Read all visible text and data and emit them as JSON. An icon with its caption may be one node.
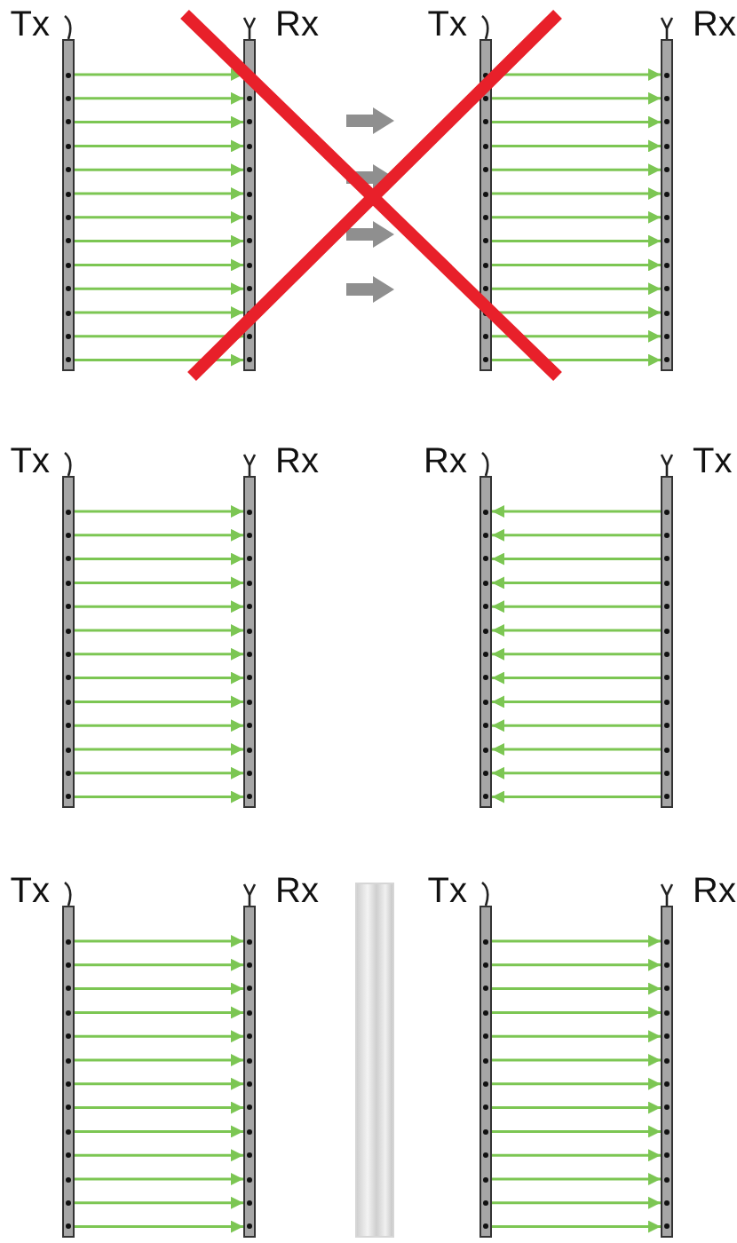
{
  "diagram": {
    "nodes": [
      {
        "text": [
          "Tx"
        ]
      },
      {
        "text": [
          "Rx"
        ]
      },
      {
        "text": [
          "Tx"
        ]
      },
      {
        "text": [
          "Rx"
        ]
      },
      {
        "text": [
          "Tx"
        ]
      },
      {
        "text": [
          "Rx"
        ]
      },
      {
        "text": [
          "Rx"
        ]
      },
      {
        "text": [
          "Tx"
        ]
      },
      {
        "text": [
          "Tx"
        ]
      },
      {
        "text": [
          "Rx"
        ]
      },
      {
        "text": [],
        "shape": "bar"
      },
      {
        "text": [
          "Tx"
        ]
      },
      {
        "text": [
          "Rx"
        ]
      }
    ],
    "edges": [
      {
        "from": 0,
        "to": 1,
        "arrow": "to"
      },
      {
        "from": 0,
        "to": 1,
        "arrow": "to"
      },
      {
        "from": 0,
        "to": 1,
        "arrow": "to"
      },
      {
        "from": 0,
        "to": 1,
        "arrow": "to"
      },
      {
        "from": 0,
        "to": 1,
        "arrow": "to"
      },
      {
        "from": 0,
        "to": 1,
        "arrow": "to"
      },
      {
        "from": 0,
        "to": 1,
        "arrow": "to"
      },
      {
        "from": 0,
        "to": 1,
        "arrow": "to"
      },
      {
        "from": 0,
        "to": 1,
        "arrow": "to"
      },
      {
        "from": 0,
        "to": 1,
        "arrow": "to"
      },
      {
        "from": 0,
        "to": 1,
        "arrow": "to"
      },
      {
        "from": 0,
        "to": 1,
        "arrow": "to"
      },
      {
        "from": 0,
        "to": 1,
        "arrow": "to"
      },
      {
        "from": 2,
        "to": 3,
        "arrow": "to"
      },
      {
        "from": 2,
        "to": 3,
        "arrow": "to"
      },
      {
        "from": 2,
        "to": 3,
        "arrow": "to"
      },
      {
        "from": 2,
        "to": 3,
        "arrow": "to"
      },
      {
        "from": 2,
        "to": 3,
        "arrow": "to"
      },
      {
        "from": 2,
        "to": 3,
        "arrow": "to"
      },
      {
        "from": 2,
        "to": 3,
        "arrow": "to"
      },
      {
        "from": 2,
        "to": 3,
        "arrow": "to"
      },
      {
        "from": 2,
        "to": 3,
        "arrow": "to"
      },
      {
        "from": 2,
        "to": 3,
        "arrow": "to"
      },
      {
        "from": 2,
        "to": 3,
        "arrow": "to"
      },
      {
        "from": 2,
        "to": 3,
        "arrow": "to"
      },
      {
        "from": 2,
        "to": 3,
        "arrow": "to"
      },
      {
        "from": 4,
        "to": 5,
        "arrow": "to"
      },
      {
        "from": 4,
        "to": 5,
        "arrow": "to"
      },
      {
        "from": 4,
        "to": 5,
        "arrow": "to"
      },
      {
        "from": 4,
        "to": 5,
        "arrow": "to"
      },
      {
        "from": 4,
        "to": 5,
        "arrow": "to"
      },
      {
        "from": 4,
        "to": 5,
        "arrow": "to"
      },
      {
        "from": 4,
        "to": 5,
        "arrow": "to"
      },
      {
        "from": 4,
        "to": 5,
        "arrow": "to"
      },
      {
        "from": 4,
        "to": 5,
        "arrow": "to"
      },
      {
        "from": 4,
        "to": 5,
        "arrow": "to"
      },
      {
        "from": 4,
        "to": 5,
        "arrow": "to"
      },
      {
        "from": 4,
        "to": 5,
        "arrow": "to"
      },
      {
        "from": 4,
        "to": 5,
        "arrow": "to"
      },
      {
        "from": 7,
        "to": 6,
        "arrow": "to"
      },
      {
        "from": 7,
        "to": 6,
        "arrow": "to"
      },
      {
        "from": 7,
        "to": 6,
        "arrow": "to"
      },
      {
        "from": 7,
        "to": 6,
        "arrow": "to"
      },
      {
        "from": 7,
        "to": 6,
        "arrow": "to"
      },
      {
        "from": 7,
        "to": 6,
        "arrow": "to"
      },
      {
        "from": 7,
        "to": 6,
        "arrow": "to"
      },
      {
        "from": 7,
        "to": 6,
        "arrow": "to"
      },
      {
        "from": 7,
        "to": 6,
        "arrow": "to"
      },
      {
        "from": 7,
        "to": 6,
        "arrow": "to"
      },
      {
        "from": 7,
        "to": 6,
        "arrow": "to"
      },
      {
        "from": 7,
        "to": 6,
        "arrow": "to"
      },
      {
        "from": 7,
        "to": 6,
        "arrow": "to"
      },
      {
        "from": 8,
        "to": 9,
        "arrow": "to"
      },
      {
        "from": 8,
        "to": 9,
        "arrow": "to"
      },
      {
        "from": 8,
        "to": 9,
        "arrow": "to"
      },
      {
        "from": 8,
        "to": 9,
        "arrow": "to"
      },
      {
        "from": 8,
        "to": 9,
        "arrow": "to"
      },
      {
        "from": 8,
        "to": 9,
        "arrow": "to"
      },
      {
        "from": 8,
        "to": 9,
        "arrow": "to"
      },
      {
        "from": 8,
        "to": 9,
        "arrow": "to"
      },
      {
        "from": 8,
        "to": 9,
        "arrow": "to"
      },
      {
        "from": 8,
        "to": 9,
        "arrow": "to"
      },
      {
        "from": 8,
        "to": 9,
        "arrow": "to"
      },
      {
        "from": 8,
        "to": 9,
        "arrow": "to"
      },
      {
        "from": 8,
        "to": 9,
        "arrow": "to"
      },
      {
        "from": 11,
        "to": 12,
        "arrow": "to"
      },
      {
        "from": 11,
        "to": 12,
        "arrow": "to"
      },
      {
        "from": 11,
        "to": 12,
        "arrow": "to"
      },
      {
        "from": 11,
        "to": 12,
        "arrow": "to"
      },
      {
        "from": 11,
        "to": 12,
        "arrow": "to"
      },
      {
        "from": 11,
        "to": 12,
        "arrow": "to"
      },
      {
        "from": 11,
        "to": 12,
        "arrow": "to"
      },
      {
        "from": 11,
        "to": 12,
        "arrow": "to"
      },
      {
        "from": 11,
        "to": 12,
        "arrow": "to"
      },
      {
        "from": 11,
        "to": 12,
        "arrow": "to"
      },
      {
        "from": 11,
        "to": 12,
        "arrow": "to"
      },
      {
        "from": 11,
        "to": 12,
        "arrow": "to"
      },
      {
        "from": 11,
        "to": 12,
        "arrow": "to"
      }
    ]
  }
}
